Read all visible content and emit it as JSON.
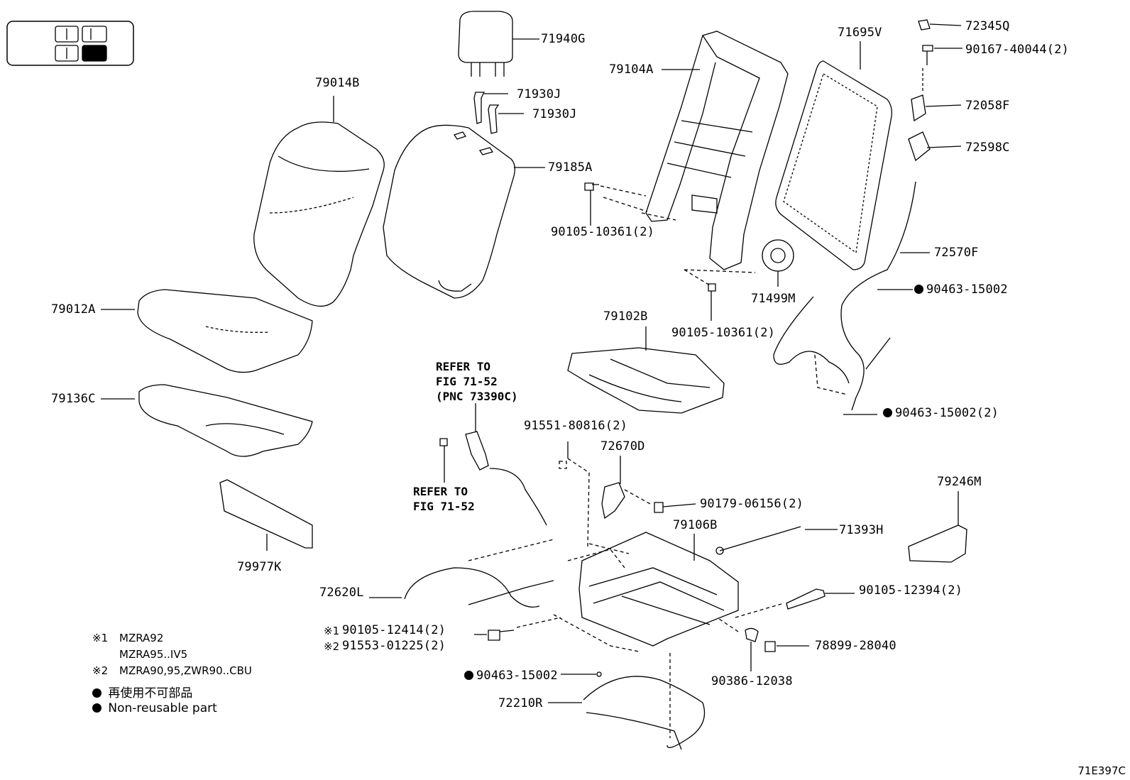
{
  "labels": {
    "p71940G": "71940G",
    "p79014B": "79014B",
    "p71930J_a": "71930J",
    "p71930J_b": "71930J",
    "p79185A": "79185A",
    "p79104A": "79104A",
    "p71695V": "71695V",
    "p72345Q": "72345Q",
    "p90167": "90167-40044(2)",
    "p72058F": "72058F",
    "p72598C": "72598C",
    "p90105_10361_a": "90105-10361(2)",
    "p71499M": "71499M",
    "p72570F": "72570F",
    "p90463_a": "90463-15002",
    "p79012A": "79012A",
    "p90105_10361_b": "90105-10361(2)",
    "p79102B": "79102B",
    "p90463_b": "90463-15002(2)",
    "p79136C": "79136C",
    "p91551": "91551-80816(2)",
    "p72670D": "72670D",
    "p79246M": "79246M",
    "p90179": "90179-06156(2)",
    "p79106B": "79106B",
    "p71393H": "71393H",
    "p79977K": "79977K",
    "p72620L": "72620L",
    "p90105_12394": "90105-12394(2)",
    "p90105_12414": "90105-12414(2)",
    "p91553": "91553-01225(2)",
    "p78899": "78899-28040",
    "p90463_c": "90463-15002",
    "p90386": "90386-12038",
    "p72210R": "72210R"
  },
  "refs": {
    "ref1": "REFER TO\nFIG 71-52\n(PNC 73390C)",
    "ref2": "REFER TO\nFIG 71-52"
  },
  "notes": {
    "mark1": "※1",
    "mark1_line1": "MZRA92",
    "mark1_line2": "MZRA95..IV5",
    "mark2": "※2",
    "mark2_line1": "MZRA90,95,ZWR90..CBU",
    "inline_mark1": "※1",
    "inline_mark2": "※2"
  },
  "legend": {
    "jp": "再使用不可部品",
    "en": "Non-reusable part"
  },
  "figure_code": "71E397C"
}
